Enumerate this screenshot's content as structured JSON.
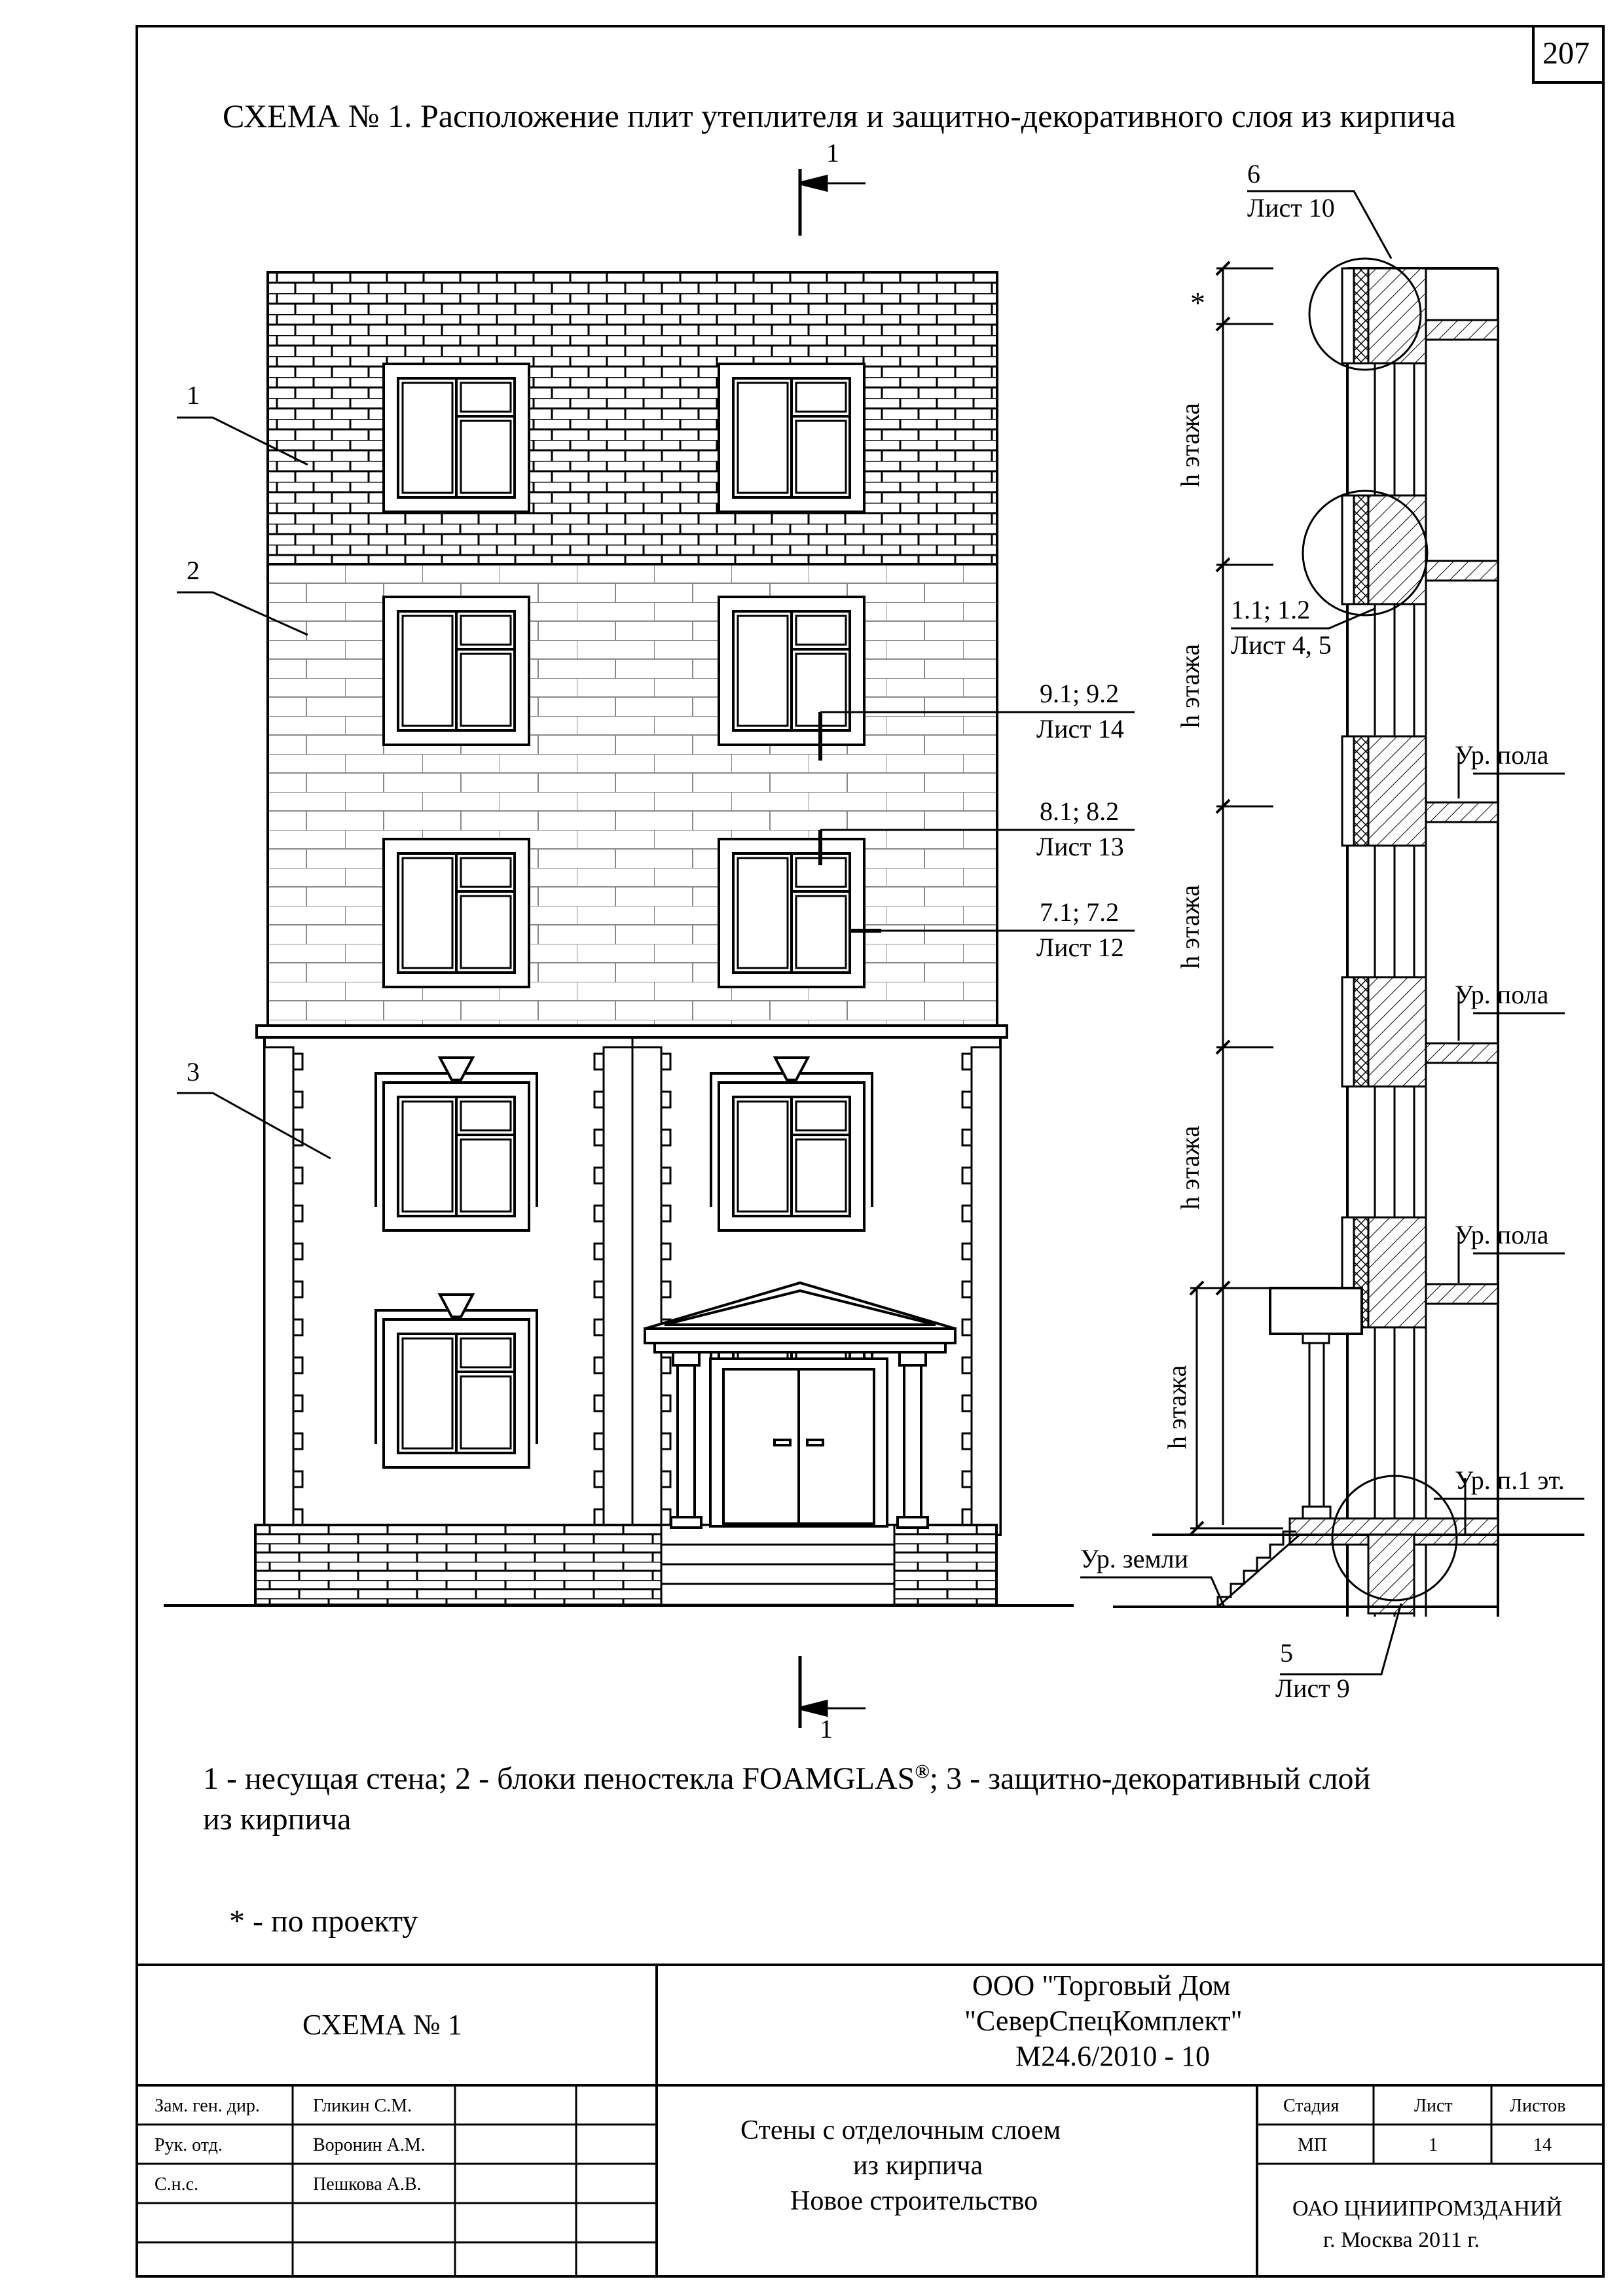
{
  "page_number": "207",
  "title": "СХЕМА № 1. Расположение плит утеплителя и защитно-декоративного слоя из кирпича",
  "section_mark_top": "1",
  "section_mark_bottom": "1",
  "callouts": {
    "c1": "1",
    "c2": "2",
    "c3": "3",
    "n91_a": "9.1; 9.2",
    "n91_b": "Лист 14",
    "n81_a": "8.1; 8.2",
    "n81_b": "Лист 13",
    "n71_a": "7.1; 7.2",
    "n71_b": "Лист 12",
    "n6_a": "6",
    "n6_b": "Лист 10",
    "n11_a": "1.1; 1.2",
    "n11_b": "Лист 4, 5",
    "n5_a": "5",
    "n5_b": "Лист 9",
    "star": "*",
    "h_floor": "h этажа",
    "floor_level": "Ур. пола",
    "first_floor_level": "Ур. п.1 эт.",
    "ground_level": "Ур. земли"
  },
  "legend": {
    "line1_a": "1 - несущая стена; 2 - блоки пеностекла FOAMGLAS",
    "line1_reg": "®",
    "line1_b": "; 3 - защитно-декоративный слой",
    "line2": "из кирпича",
    "note": "* - по проекту"
  },
  "title_block": {
    "scheme": "СХЕМА № 1",
    "org_line1": "ООО \"Торговый Дом",
    "org_line2": "\"СеверСпецКомплект\"",
    "org_line3": "М24.6/2010 - 10",
    "roles": [
      "Зам. ген. дир.",
      "Рук. отд.",
      "С.н.с."
    ],
    "names": [
      "Гликин С.М.",
      "Воронин А.М.",
      "Пешкова А.В."
    ],
    "desc_line1": "Стены с отделочным слоем",
    "desc_line2": "из кирпича",
    "desc_line3": "Новое строительство",
    "stage_h": "Стадия",
    "sheet_h": "Лист",
    "sheets_h": "Листов",
    "stage": "МП",
    "sheet": "1",
    "sheets": "14",
    "inst_line1": "ОАО ЦНИИПРОМЗДАНИЙ",
    "inst_line2": "г. Москва 2011 г."
  }
}
